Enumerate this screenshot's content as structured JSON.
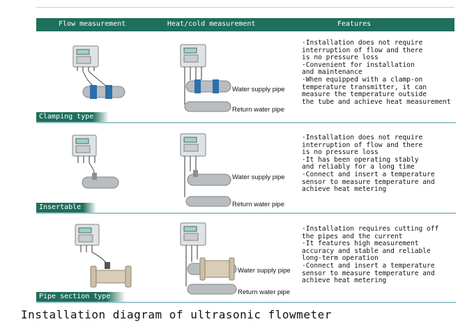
{
  "header": {
    "col1": "Flow measurement",
    "col2": "Heat/cold measurement",
    "col3": "Features"
  },
  "sections": [
    {
      "tag": "Clamping type",
      "pipe_labels": {
        "supply": "Water supply pipe",
        "return": "Return water pipe"
      },
      "features": [
        "·Installation does not require",
        "interruption of flow and there",
        "is no pressure loss",
        "·Convenient for installation",
        "and maintenance",
        "·When equipped with a clamp-on",
        "temperature transmitter, it can",
        "measure the temperature outside",
        "the tube and achieve heat measurement"
      ]
    },
    {
      "tag": "Insertable",
      "pipe_labels": {
        "supply": "Water supply pipe",
        "return": "Return water pipe"
      },
      "features": [
        "·Installation does not require",
        "interruption of flow and there",
        "is no pressure loss",
        "·It has been operating stably",
        "and reliably for a long time",
        "·Connect and insert a temperature",
        "sensor to measure temperature and",
        "achieve heat metering"
      ]
    },
    {
      "tag": "Pipe section type",
      "pipe_labels": {
        "supply": "Water supply pipe",
        "return": "Return water pipe"
      },
      "features": [
        "·Installation requires cutting off",
        "the pipes and the current",
        "·It features high measurement",
        "accuracy and stable and reliable",
        "long-term operation",
        "·Connect and insert a temperature",
        "sensor to measure temperature and",
        "achieve heat metering"
      ]
    }
  ],
  "caption": "Installation diagram of ultrasonic flowmeter",
  "colors": {
    "header_bg": "#1f6f5c",
    "divider": "#9fc6cf",
    "pipe": "#b9bdbf",
    "device": "#dfe3e4",
    "lcd": "#9ed2c9"
  }
}
